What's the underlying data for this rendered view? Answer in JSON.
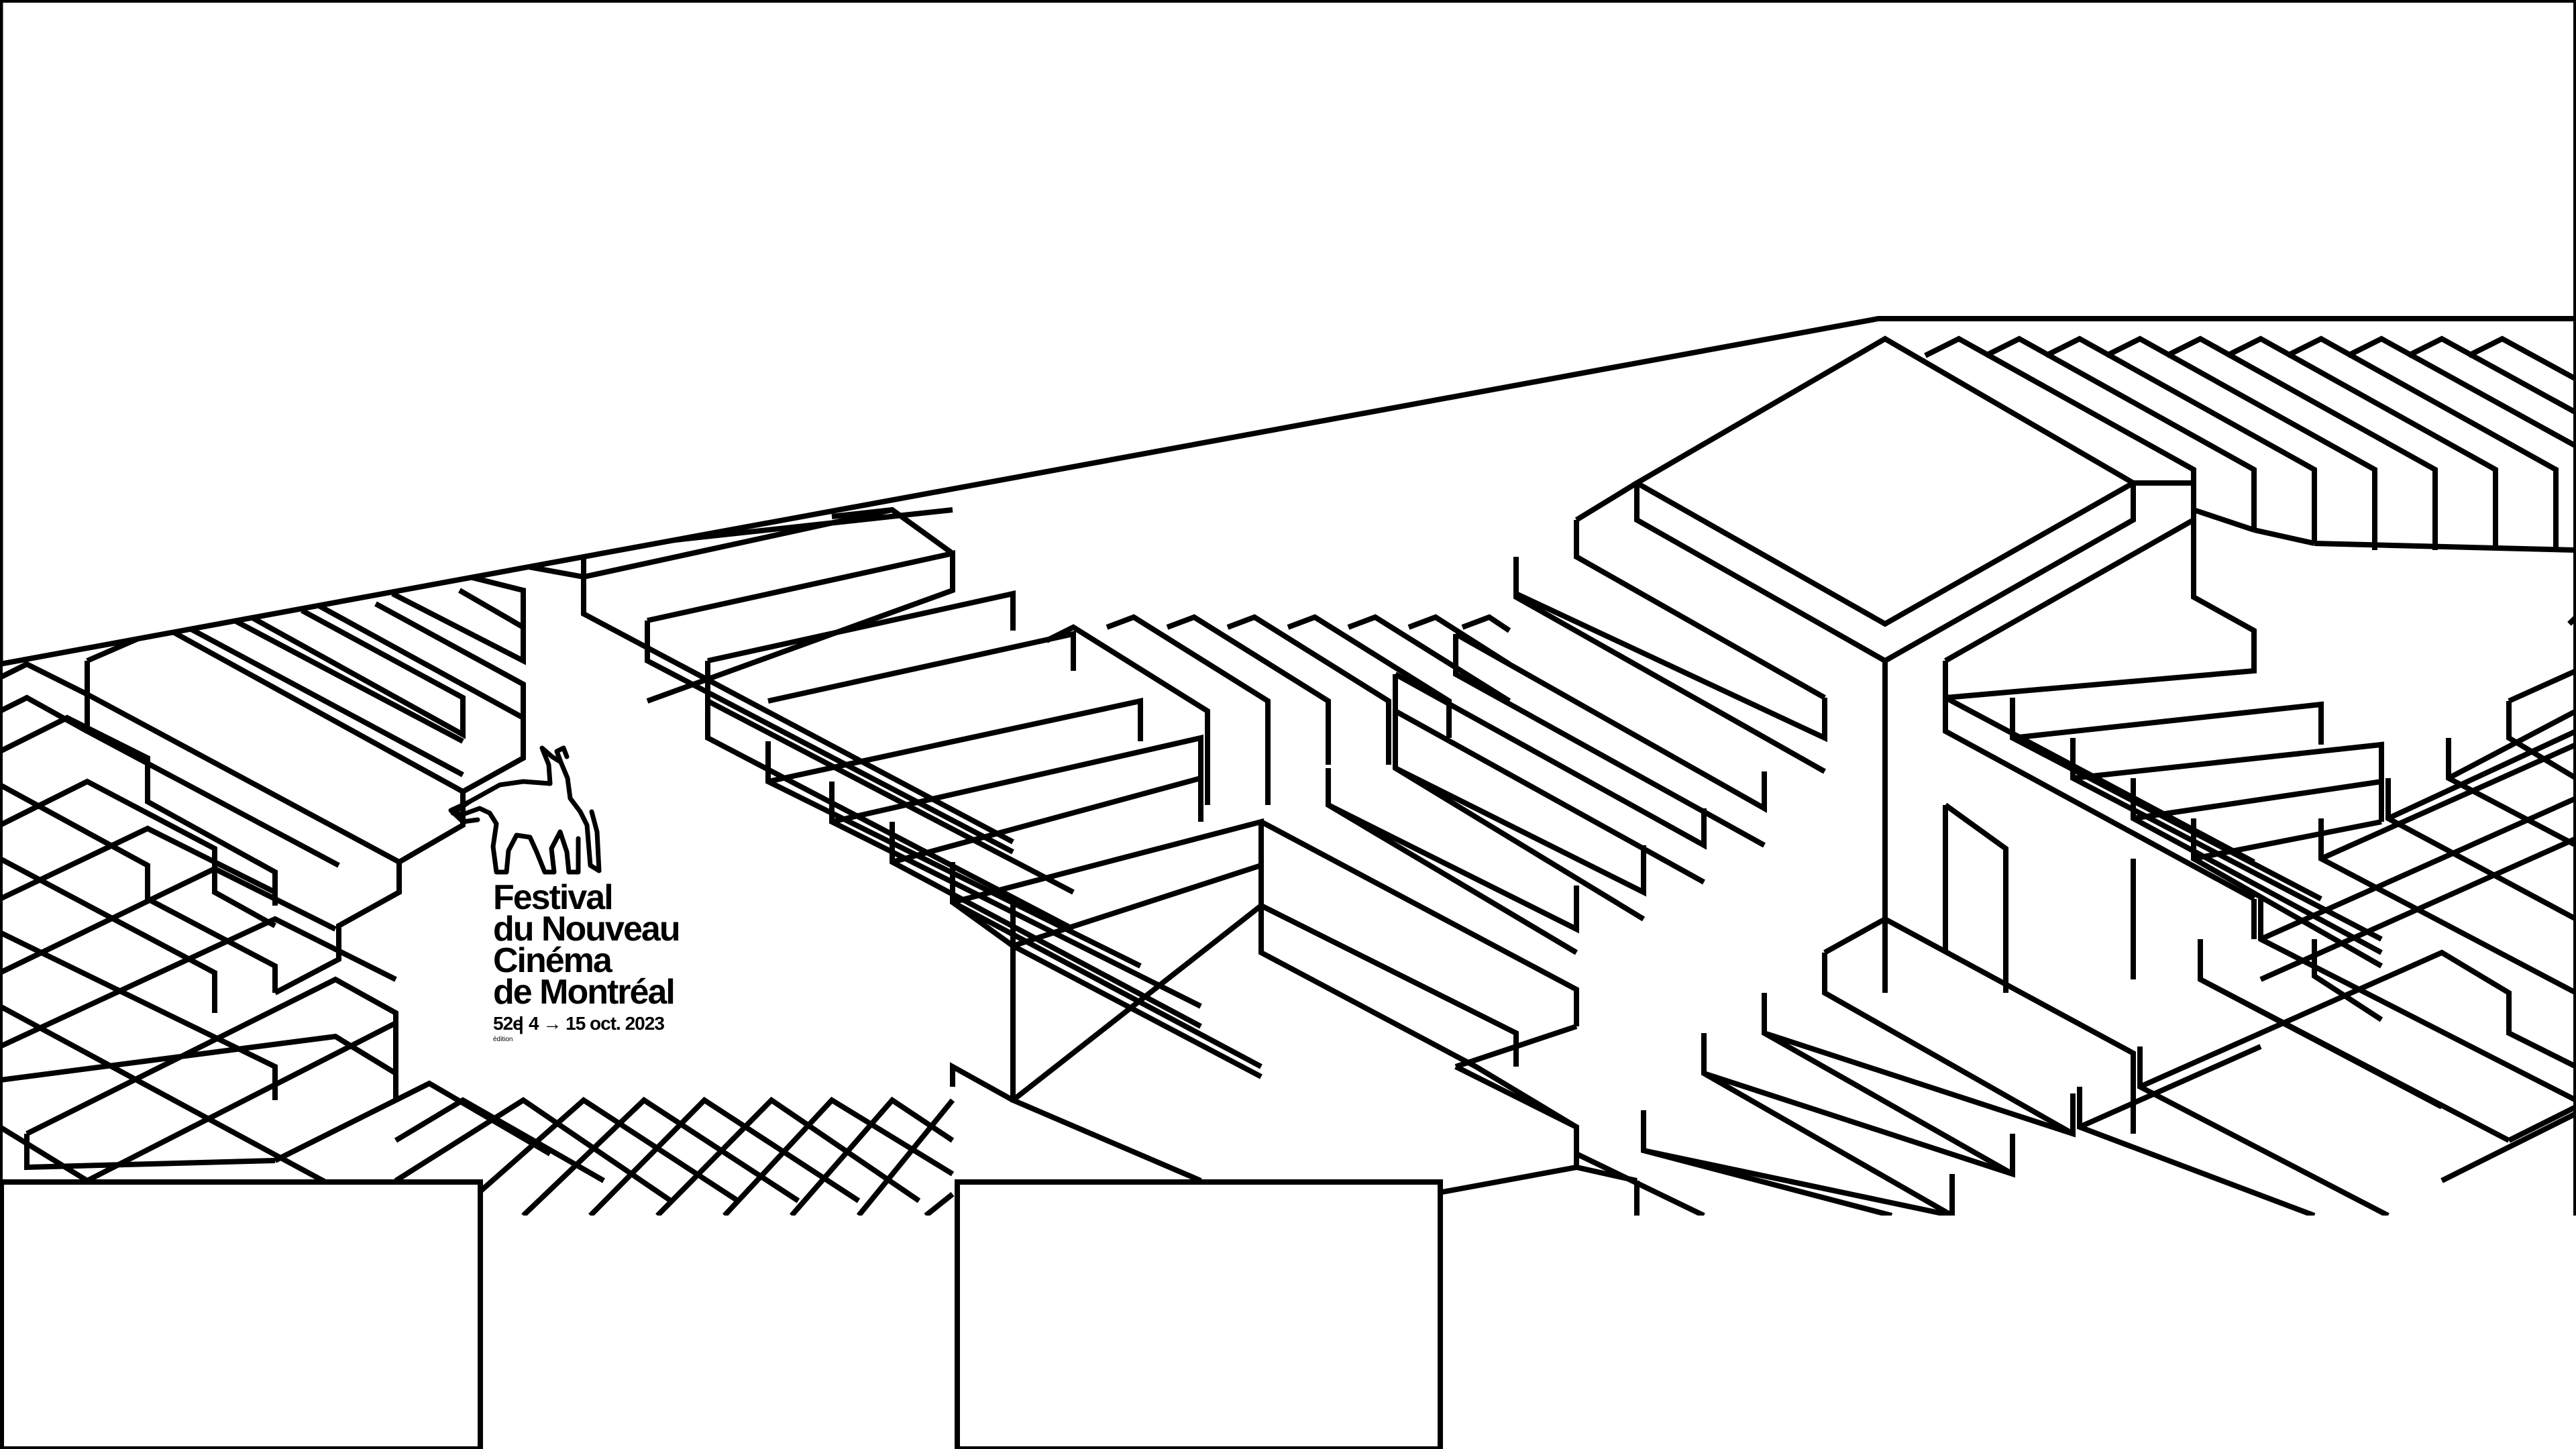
{
  "logo": {
    "icon": "wolf-icon",
    "lines": [
      "Festival",
      "du Nouveau",
      "Cinéma",
      "de Montréal"
    ],
    "edition": "52e",
    "edition_label": "édition",
    "separator": "|",
    "dates": "4 → 15 oct. 2023"
  },
  "colors": {
    "background": "#ffffff",
    "stroke": "#000000"
  }
}
